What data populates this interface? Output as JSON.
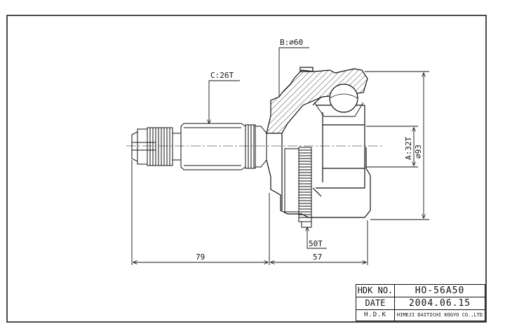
{
  "annotations": {
    "b_label": "B:⌀60",
    "c_label": "C:26T",
    "a_label": "A:32T",
    "diameter_label": "⌀93",
    "teeth_label": "50T"
  },
  "dimensions": {
    "shaft_length": "79",
    "body_length": "57"
  },
  "title_block": {
    "hdk_no_label": "HDK NO.",
    "hdk_no_value": "HO-56A50",
    "date_label": "DATE",
    "date_value": "2004.06.15",
    "maker_logo": "H.D.K",
    "maker_name": "HIMEJI DAITICHI KOGYO CO.,LTD"
  },
  "colors": {
    "line": "#111111",
    "background": "#ffffff"
  }
}
